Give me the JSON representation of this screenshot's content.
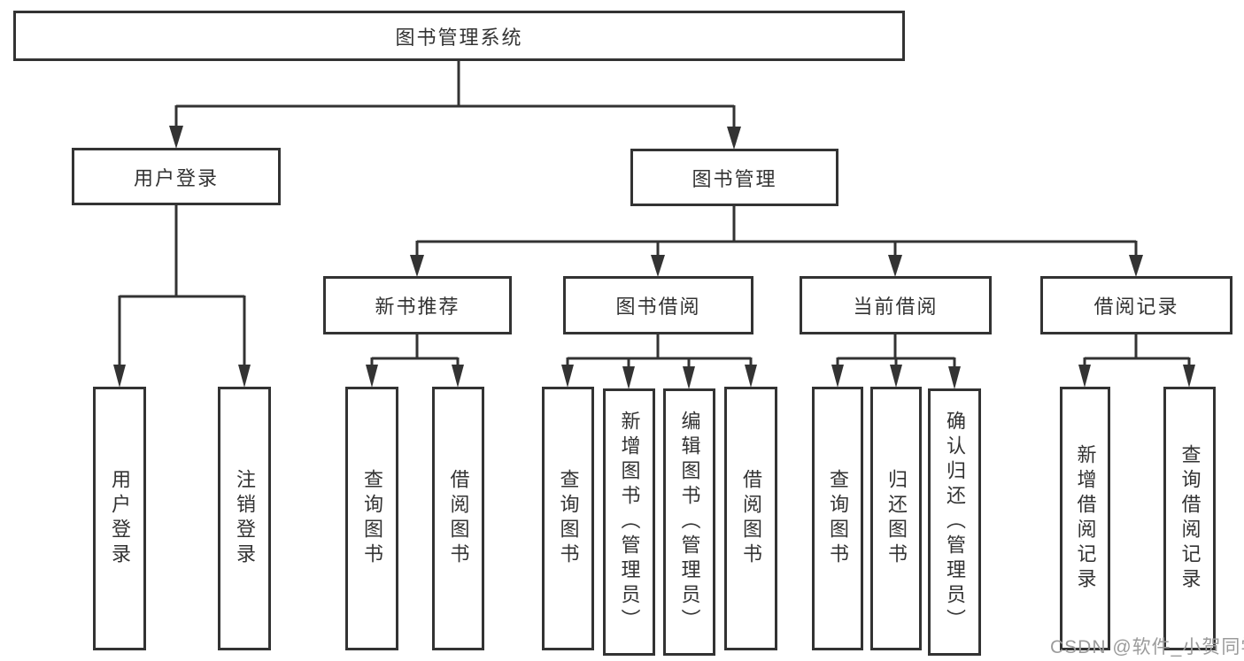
{
  "diagram": {
    "root": {
      "label": "图书管理系统"
    },
    "level2": [
      {
        "id": "user-login",
        "label": "用户登录"
      },
      {
        "id": "book-mgmt",
        "label": "图书管理"
      }
    ],
    "level3": [
      {
        "id": "new-book-rec",
        "label": "新书推荐"
      },
      {
        "id": "book-borrow",
        "label": "图书借阅"
      },
      {
        "id": "current-borrow",
        "label": "当前借阅"
      },
      {
        "id": "borrow-records",
        "label": "借阅记录"
      }
    ],
    "leaves": [
      {
        "id": "user-login-leaf",
        "label": "用户登录",
        "parent": "用户登录"
      },
      {
        "id": "logout",
        "label": "注销登录",
        "parent": "用户登录"
      },
      {
        "id": "query-book-1",
        "label": "查询图书",
        "parent": "新书推荐"
      },
      {
        "id": "borrow-book-1",
        "label": "借阅图书",
        "parent": "新书推荐"
      },
      {
        "id": "query-book-2",
        "label": "查询图书",
        "parent": "图书借阅"
      },
      {
        "id": "add-book",
        "label": "新增图书（管理员）",
        "parent": "图书借阅"
      },
      {
        "id": "edit-book",
        "label": "编辑图书（管理员）",
        "parent": "图书借阅"
      },
      {
        "id": "borrow-book-2",
        "label": "借阅图书",
        "parent": "图书借阅"
      },
      {
        "id": "query-book-3",
        "label": "查询图书",
        "parent": "当前借阅"
      },
      {
        "id": "return-book",
        "label": "归还图书",
        "parent": "当前借阅"
      },
      {
        "id": "confirm-return",
        "label": "确认归还（管理员）",
        "parent": "当前借阅"
      },
      {
        "id": "add-borrow-record",
        "label": "新增借阅记录",
        "parent": "借阅记录"
      },
      {
        "id": "query-borrow-record",
        "label": "查询借阅记录",
        "parent": "借阅记录"
      }
    ]
  },
  "watermark": {
    "text": "CSDN @软件_小贺同学"
  },
  "colors": {
    "line": "#333333",
    "text": "#333333",
    "background": "#ffffff",
    "watermark": "#9b9b9b"
  }
}
